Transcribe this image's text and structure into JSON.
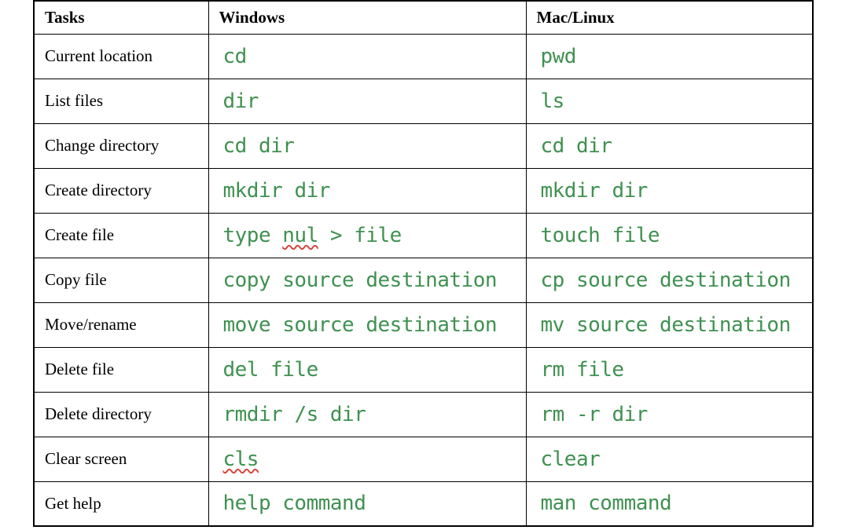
{
  "table": {
    "headers": [
      {
        "label": "Tasks"
      },
      {
        "label": "Windows"
      },
      {
        "label": "Mac/Linux"
      }
    ],
    "rows": [
      {
        "task": "Current location",
        "windows": "cd",
        "mac": "pwd"
      },
      {
        "task": "List files",
        "windows": "dir",
        "mac": "ls"
      },
      {
        "task": "Change directory",
        "windows": "cd dir",
        "mac": "cd dir"
      },
      {
        "task": "Create directory",
        "windows": "mkdir dir",
        "mac": "mkdir dir"
      },
      {
        "task": "Create file",
        "windows": "type nul > file",
        "mac": "touch file"
      },
      {
        "task": "Copy file",
        "windows": "copy source destination",
        "mac": "cp source destination"
      },
      {
        "task": "Move/rename",
        "windows": "move source destination",
        "mac": "mv source destination"
      },
      {
        "task": "Delete file",
        "windows": "del file",
        "mac": "rm file"
      },
      {
        "task": "Delete directory",
        "windows": "rmdir /s dir",
        "mac": "rm -r dir"
      },
      {
        "task": "Clear screen",
        "windows": "cls",
        "mac": "clear"
      },
      {
        "task": "Get help",
        "windows": "help command",
        "mac": "man command"
      }
    ],
    "misspelled_words": [
      "nul",
      "cls"
    ],
    "colors": {
      "command_text": "#3f9150",
      "spellcheck_squiggle": "#d5473d",
      "border": "#000000",
      "task_text": "#000000"
    }
  }
}
